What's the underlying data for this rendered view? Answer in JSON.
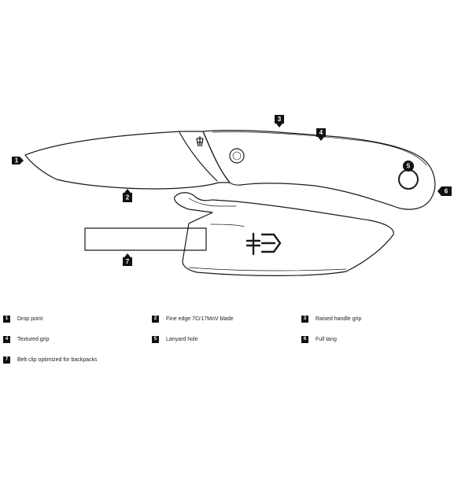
{
  "callouts": [
    {
      "number": "1",
      "label": "Drop point"
    },
    {
      "number": "2",
      "label": "Fine edge 7Cr17MoV blade"
    },
    {
      "number": "3",
      "label": "Raised handle grip"
    },
    {
      "number": "4",
      "label": "Textured grip"
    },
    {
      "number": "5",
      "label": "Lanyard hole"
    },
    {
      "number": "6",
      "label": "Full tang"
    },
    {
      "number": "7",
      "label": "Belt clip optimized for backpacks"
    }
  ]
}
